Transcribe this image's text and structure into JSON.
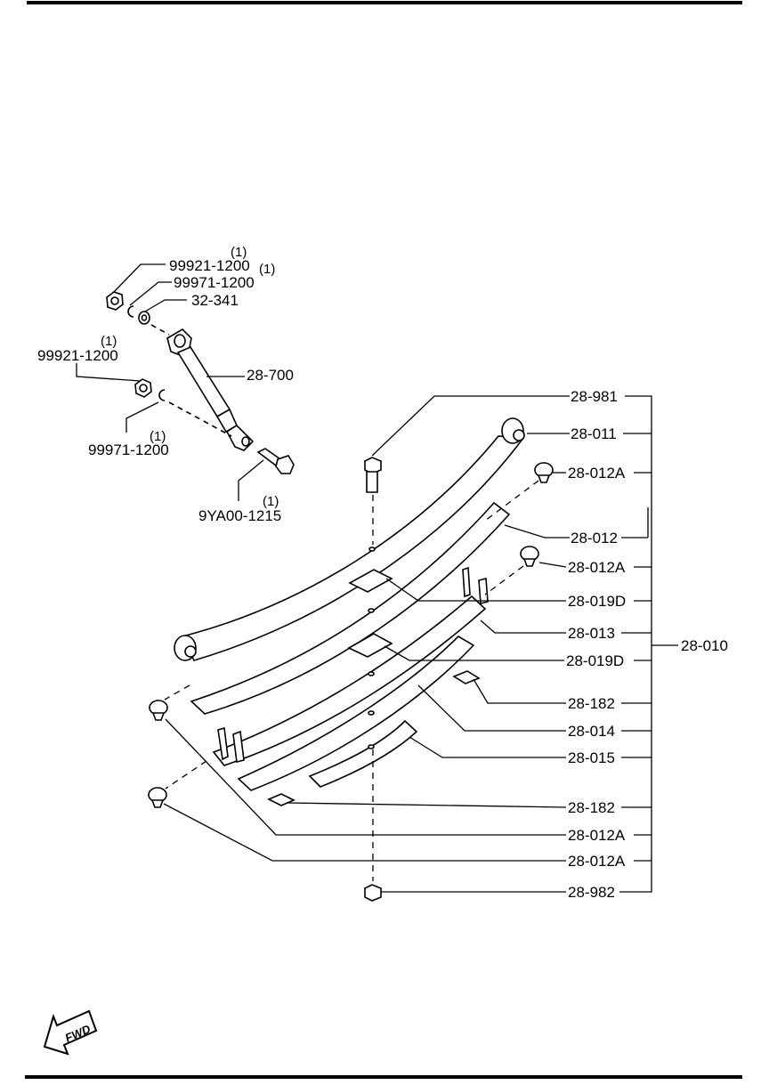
{
  "diagram": {
    "shock_parts": {
      "nut_upper": {
        "part_no": "99921-1200",
        "qty": "(1)"
      },
      "washer_upper": {
        "part_no": "99971-1200",
        "qty": "(1)"
      },
      "bushing": {
        "part_no": "32-341"
      },
      "absorber": {
        "part_no": "28-700"
      },
      "nut_lower": {
        "part_no": "99921-1200",
        "qty": "(1)"
      },
      "washer_lower": {
        "part_no": "99971-1200",
        "qty": "(1)"
      },
      "bolt": {
        "part_no": "9YA00-1215",
        "qty": "(1)"
      }
    },
    "spring_callouts": [
      "28-981",
      "28-011",
      "28-012A",
      "28-012",
      "28-012A",
      "28-019D",
      "28-013",
      "28-019D",
      "28-182",
      "28-014",
      "28-015",
      "28-182",
      "28-012A",
      "28-012A",
      "28-982"
    ],
    "assembly_label": "28-010",
    "direction_label": "FWD"
  }
}
